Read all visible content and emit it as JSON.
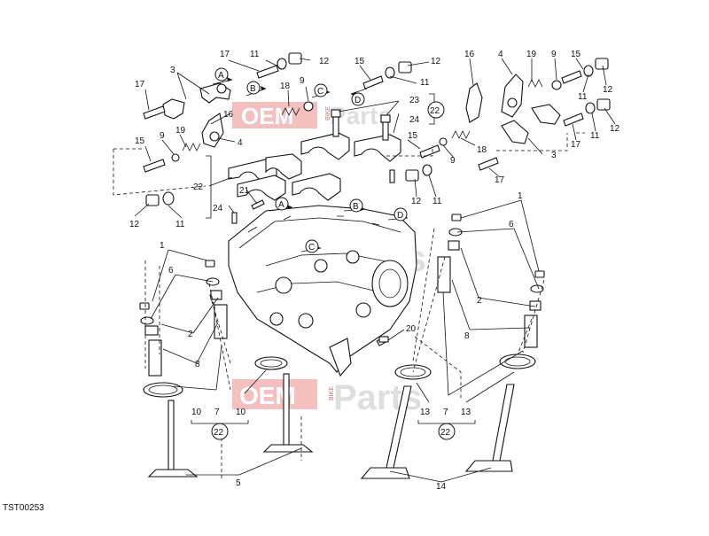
{
  "diagram": {
    "drawing_code": "TST00253",
    "watermark": {
      "oem": "OEM",
      "bike": "BIKE",
      "parts": "Parts"
    },
    "callouts": {
      "n1": "1",
      "n2": "2",
      "n3": "3",
      "n4": "4",
      "n5": "5",
      "n6": "6",
      "n7": "7",
      "n8": "8",
      "n9": "9",
      "n10": "10",
      "n11": "11",
      "n12": "12",
      "n13": "13",
      "n14": "14",
      "n15": "15",
      "n16": "16",
      "n17": "17",
      "n18": "18",
      "n19": "19",
      "n20": "20",
      "n21": "21",
      "n22": "22",
      "n23": "23",
      "n24": "24"
    },
    "letters": {
      "a": "A",
      "b": "B",
      "c": "C",
      "d": "D"
    }
  }
}
